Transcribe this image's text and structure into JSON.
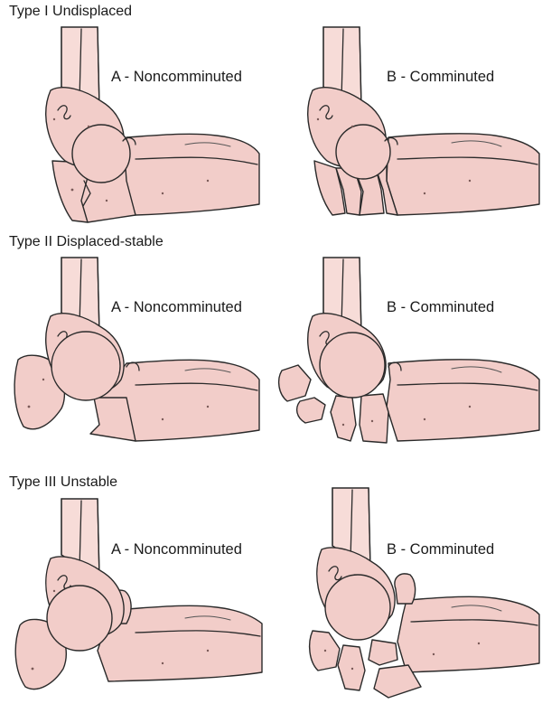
{
  "rows": [
    {
      "title": "Type I Undisplaced",
      "panels": [
        {
          "label": "A - Noncomminuted"
        },
        {
          "label": "B - Comminuted"
        }
      ]
    },
    {
      "title": "Type II Displaced-stable",
      "panels": [
        {
          "label": "A - Noncomminuted"
        },
        {
          "label": "B - Comminuted"
        }
      ]
    },
    {
      "title": "Type III Unstable",
      "panels": [
        {
          "label": "A - Noncomminuted"
        },
        {
          "label": "B - Comminuted"
        }
      ]
    }
  ],
  "colors": {
    "bone_fill": "#f2cdc9",
    "outline": "#2a2a2a"
  }
}
